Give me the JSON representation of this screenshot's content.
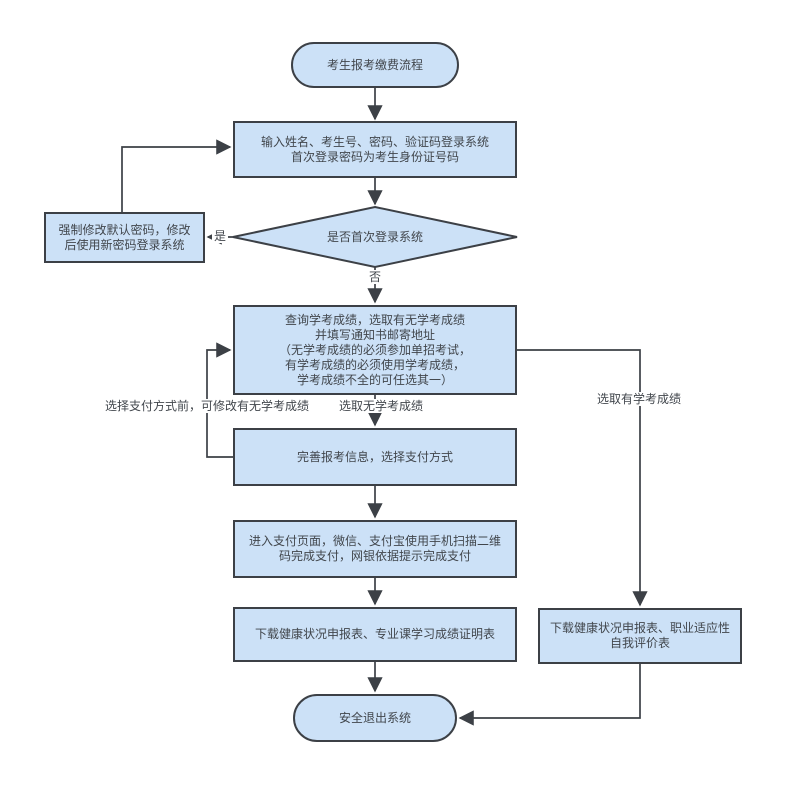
{
  "diagram": {
    "title": "考生报考缴费流程",
    "nodes": {
      "start": {
        "text": "考生报考缴费流程",
        "shape": "stadium"
      },
      "login": {
        "text": "输入姓名、考生号、密码、验证码登录系统\n首次登录密码为考生身份证号码",
        "shape": "rect"
      },
      "first_login_decision": {
        "text": "是否首次登录系统",
        "shape": "diamond"
      },
      "force_change_password": {
        "text": "强制修改默认密码，修改\n后使用新密码登录系统",
        "shape": "rect"
      },
      "query_scores": {
        "text": "查询学考成绩，选取有无学考成绩\n并填写通知书邮寄地址\n（无学考成绩的必须参加单招考试，\n有学考成绩的必须使用学考成绩，\n学考成绩不全的可任选其一）",
        "shape": "rect"
      },
      "complete_info": {
        "text": "完善报考信息，选择支付方式",
        "shape": "rect"
      },
      "payment": {
        "text": "进入支付页面，微信、支付宝使用手机扫描二维\n码完成支付，网银依据提示完成支付",
        "shape": "rect"
      },
      "download_left": {
        "text": "下载健康状况申报表、专业课学习成绩证明表",
        "shape": "rect"
      },
      "download_right": {
        "text": "下载健康状况申报表、职业适应性\n自我评价表",
        "shape": "rect"
      },
      "end": {
        "text": "安全退出系统",
        "shape": "stadium"
      }
    },
    "edge_labels": {
      "yes": "是",
      "no": "否",
      "modify_before_pay": "选择支付方式前，可修改有无学考成绩",
      "no_exam_scores": "选取无学考成绩",
      "has_exam_scores": "选取有学考成绩"
    },
    "colors": {
      "node_fill": "#cce1f7",
      "node_border": "#3c4046",
      "connector": "#3c4046",
      "text": "#41464c",
      "background": "#ffffff"
    }
  }
}
